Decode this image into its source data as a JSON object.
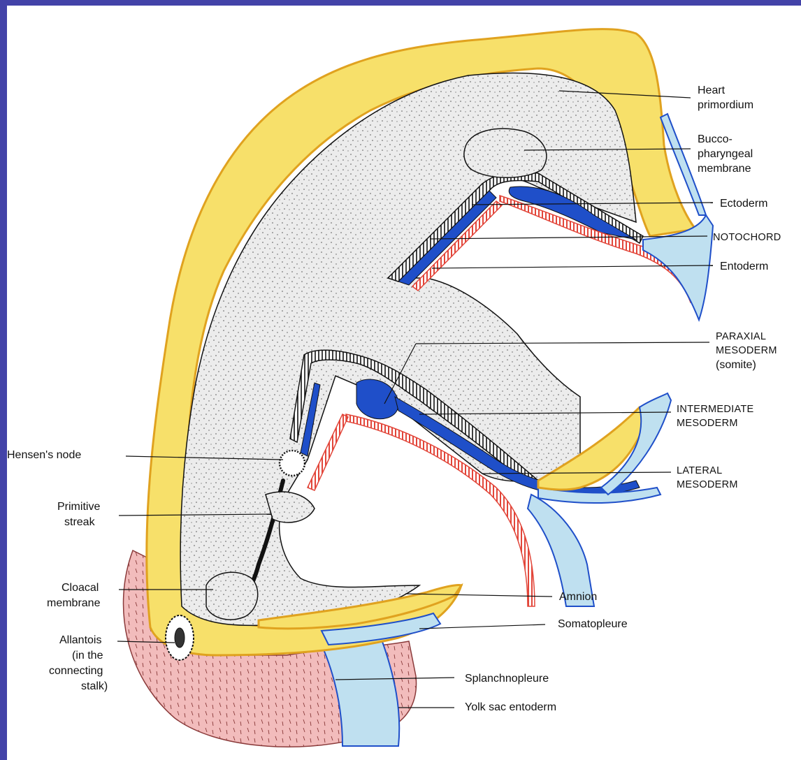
{
  "colors": {
    "frame": "#4343a8",
    "background": "#ffffff",
    "ectoderm": "#f7e06a",
    "ectoderm_edge": "#e0a21f",
    "embryo_body": "#e6e6e6",
    "mesoderm": "#1f4fc9",
    "amnion_sac": "#bfe0f0",
    "entoderm": "#e2463a",
    "yolk_stalk": "#f2bcbc",
    "outline": "#111111"
  },
  "labels": {
    "heart": [
      "Heart",
      "primordium"
    ],
    "buccopharyngeal": [
      "Bucco-",
      "pharyngeal",
      "membrane"
    ],
    "ectoderm": [
      "Ectoderm"
    ],
    "notochord": [
      "NOTOCHORD"
    ],
    "entoderm": [
      "Entoderm"
    ],
    "paraxial": [
      "PARAXIAL",
      "MESODERM",
      "(somite)"
    ],
    "intermediate": [
      "INTERMEDIATE",
      "MESODERM"
    ],
    "lateral": [
      "LATERAL",
      "MESODERM"
    ],
    "hensens_node": [
      "Hensen's node"
    ],
    "primitive_streak": [
      "Primitive",
      "streak"
    ],
    "cloacal": [
      "Cloacal",
      "membrane"
    ],
    "allantois": [
      "Allantois",
      "(in the",
      "connecting",
      "stalk)"
    ],
    "amnion": [
      "Amnion"
    ],
    "somatopleure": [
      "Somatopleure"
    ],
    "splanchnopleure": [
      "Splanchnopleure"
    ],
    "yolk_sac": [
      "Yolk sac entoderm"
    ]
  }
}
